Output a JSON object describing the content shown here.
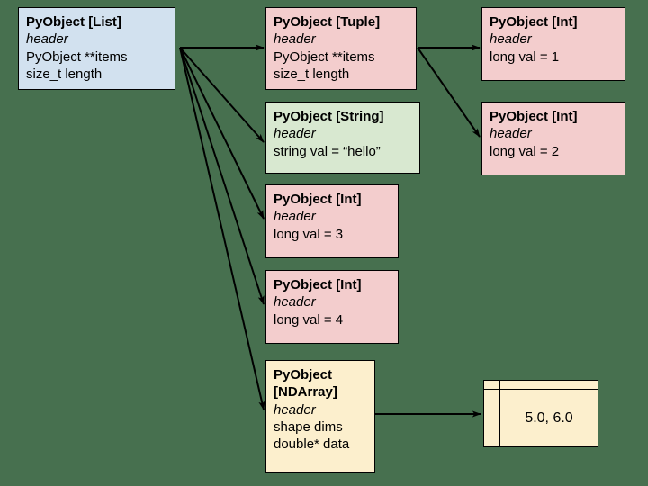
{
  "diagram": {
    "title": "Python object memory layout diagram",
    "background_color": "#47704f",
    "edge_color": "#000000",
    "colors": {
      "list": "#d2e1ef",
      "tuple": "#f3cdcd",
      "int": "#f3cdcd",
      "string": "#d8e8d0",
      "ndarray": "#fcefcd",
      "buffer": "#fcefcd"
    }
  },
  "nodes": {
    "list": {
      "title": "PyObject [List]",
      "header": "header",
      "field1": "PyObject **items",
      "field2": "size_t length"
    },
    "tuple": {
      "title": "PyObject [Tuple]",
      "header": "header",
      "field1": "PyObject **items",
      "field2": "size_t length"
    },
    "int1": {
      "title": "PyObject [Int]",
      "header": "header",
      "field1": "long val = 1"
    },
    "int2": {
      "title": "PyObject [Int]",
      "header": "header",
      "field1": "long val = 2"
    },
    "string": {
      "title": "PyObject [String]",
      "header": "header",
      "field1": "string val = “hello”"
    },
    "int3": {
      "title": "PyObject [Int]",
      "header": "header",
      "field1": "long val = 3"
    },
    "int4": {
      "title": "PyObject [Int]",
      "header": "header",
      "field1": "long val = 4"
    },
    "ndarray": {
      "title": "PyObject\n[NDArray]",
      "header": "header",
      "field1": "shape dims",
      "field2": "double* data"
    },
    "buffer": {
      "values": "5.0, 6.0"
    }
  },
  "edges": [
    {
      "name": "list-to-tuple",
      "from": "list",
      "to": "tuple"
    },
    {
      "name": "list-to-string",
      "from": "list",
      "to": "string"
    },
    {
      "name": "list-to-int3",
      "from": "list",
      "to": "int3"
    },
    {
      "name": "list-to-int4",
      "from": "list",
      "to": "int4"
    },
    {
      "name": "list-to-ndarray",
      "from": "list",
      "to": "ndarray"
    },
    {
      "name": "tuple-to-int1",
      "from": "tuple",
      "to": "int1"
    },
    {
      "name": "tuple-to-int2",
      "from": "tuple",
      "to": "int2"
    },
    {
      "name": "ndarray-to-buffer",
      "from": "ndarray",
      "to": "buffer"
    }
  ]
}
